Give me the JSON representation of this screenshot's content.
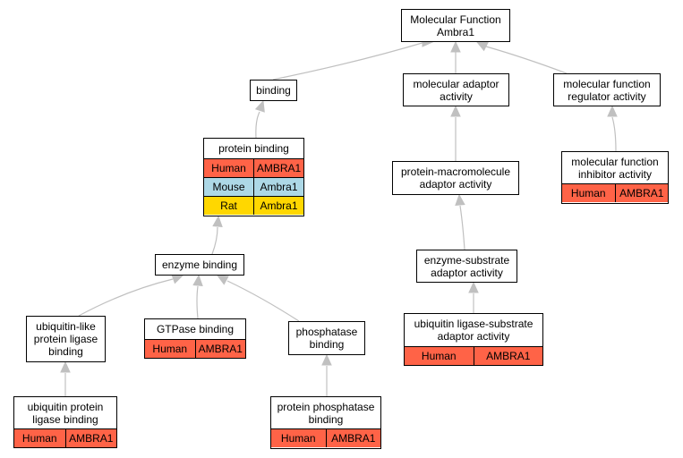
{
  "colors": {
    "human": "#ff6347",
    "mouse": "#add8e6",
    "rat": "#ffd700",
    "edge": "#c0c0c0"
  },
  "nodes": {
    "root": {
      "label": "Molecular Function\nAmbra1",
      "annotations": []
    },
    "binding": {
      "label": "binding",
      "annotations": []
    },
    "molecular_adaptor": {
      "label": "molecular adaptor\nactivity",
      "annotations": []
    },
    "mf_regulator": {
      "label": "molecular function\nregulator activity",
      "annotations": []
    },
    "protein_binding": {
      "label": "protein binding",
      "annotations": [
        {
          "species": "Human",
          "gene": "AMBRA1"
        },
        {
          "species": "Mouse",
          "gene": "Ambra1"
        },
        {
          "species": "Rat",
          "gene": "Ambra1"
        }
      ]
    },
    "protein_macromolecule_adaptor": {
      "label": "protein-macromolecule\nadaptor activity",
      "annotations": []
    },
    "mf_inhibitor": {
      "label": "molecular function\ninhibitor activity",
      "annotations": [
        {
          "species": "Human",
          "gene": "AMBRA1"
        }
      ]
    },
    "enzyme_binding": {
      "label": "enzyme binding",
      "annotations": []
    },
    "enzyme_substrate_adaptor": {
      "label": "enzyme-substrate\nadaptor activity",
      "annotations": []
    },
    "ubiquitin_like_binding": {
      "label": "ubiquitin-like\nprotein ligase\nbinding",
      "annotations": []
    },
    "gtpase_binding": {
      "label": "GTPase binding",
      "annotations": [
        {
          "species": "Human",
          "gene": "AMBRA1"
        }
      ]
    },
    "phosphatase_binding": {
      "label": "phosphatase\nbinding",
      "annotations": []
    },
    "ubiquitin_ligase_substrate_adaptor": {
      "label": "ubiquitin ligase-substrate\nadaptor activity",
      "annotations": [
        {
          "species": "Human",
          "gene": "AMBRA1"
        }
      ]
    },
    "ubiquitin_protein_ligase_binding": {
      "label": "ubiquitin protein\nligase binding",
      "annotations": [
        {
          "species": "Human",
          "gene": "AMBRA1"
        }
      ]
    },
    "protein_phosphatase_binding": {
      "label": "protein phosphatase\nbinding",
      "annotations": [
        {
          "species": "Human",
          "gene": "AMBRA1"
        }
      ]
    }
  }
}
